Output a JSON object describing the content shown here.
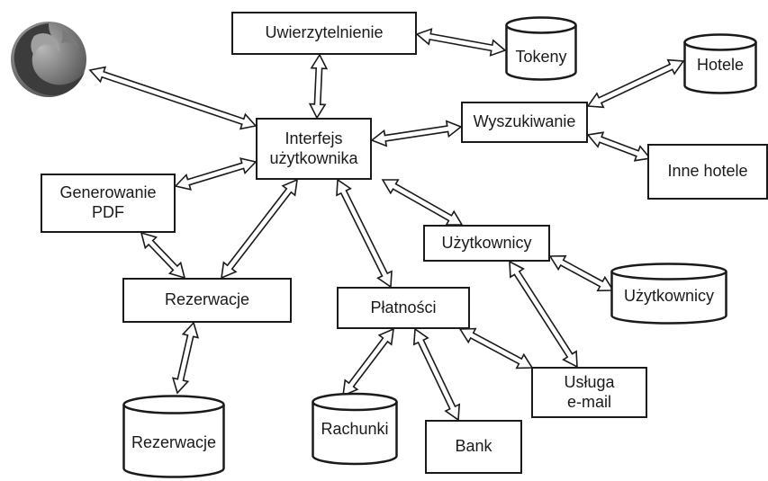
{
  "nodes": {
    "auth": "Uwierzytelnienie",
    "tokens": "Tokeny",
    "hotels": "Hotele",
    "ui": "Interfejs\nużytkownika",
    "search": "Wyszukiwanie",
    "other_hotels": "Inne hotele",
    "pdf": "Generowanie\nPDF",
    "users": "Użytkownicy",
    "users_db": "Użytkownicy",
    "reservations": "Rezerwacje",
    "payments": "Płatności",
    "reservations_db": "Rezerwacje",
    "email": "Usługa\ne-mail",
    "bills": "Rachunki",
    "bank": "Bank"
  },
  "edges": [
    [
      "logo",
      "ui"
    ],
    [
      "auth",
      "tokens"
    ],
    [
      "auth",
      "ui"
    ],
    [
      "ui",
      "search"
    ],
    [
      "search",
      "hotels"
    ],
    [
      "search",
      "other_hotels"
    ],
    [
      "ui",
      "pdf"
    ],
    [
      "ui",
      "reservations"
    ],
    [
      "ui",
      "payments"
    ],
    [
      "ui",
      "users"
    ],
    [
      "pdf",
      "reservations"
    ],
    [
      "users",
      "users_db"
    ],
    [
      "users",
      "email"
    ],
    [
      "reservations",
      "reservations_db"
    ],
    [
      "payments",
      "bills"
    ],
    [
      "payments",
      "bank"
    ],
    [
      "payments",
      "email"
    ]
  ],
  "colors": {
    "stroke": "#1a1a1a",
    "fill": "#ffffff",
    "logo_dark": "#4a4a4a",
    "logo_light": "#9a9a9a"
  }
}
